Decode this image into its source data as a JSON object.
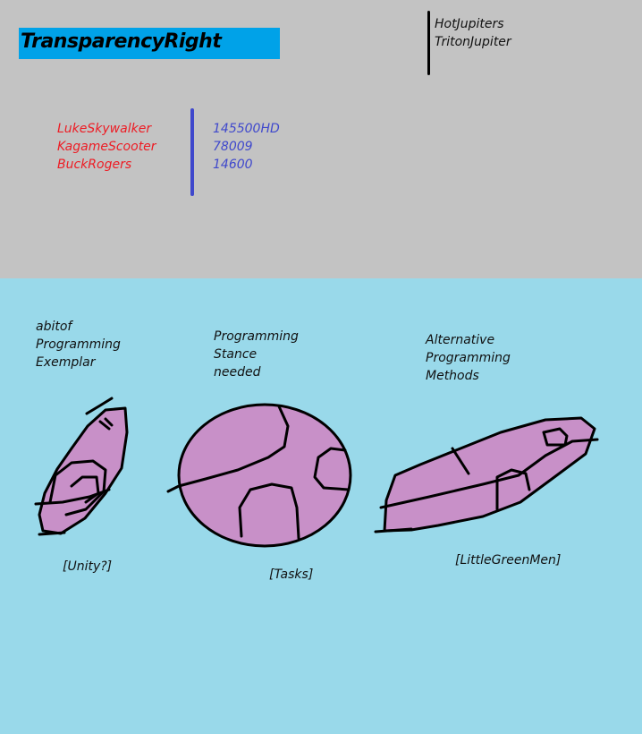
{
  "title": "TransparencyRight",
  "top_right_list": [
    "HotJupiters",
    "TritonJupiter"
  ],
  "pairs": {
    "names": [
      "LukeSkywalker",
      "KagameScooter",
      "BuckRogers"
    ],
    "values": [
      "145500HD",
      "78009",
      "14600"
    ]
  },
  "sections": [
    {
      "heading": [
        "abitof",
        "Programming",
        "Exemplar"
      ],
      "caption": "[Unity?]",
      "shape_icon": "elongated-blob-drawing"
    },
    {
      "heading": [
        "Programming",
        "Stance",
        "needed"
      ],
      "caption": "[Tasks]",
      "shape_icon": "sphere-drawing"
    },
    {
      "heading": [
        "Alternative",
        "Programming",
        "Methods"
      ],
      "caption": "[LittleGreenMen]",
      "shape_icon": "spaceship-drawing"
    }
  ],
  "colors": {
    "top_background": "#c3c3c3",
    "bottom_background": "#99d9ea",
    "title_background": "#00a2e8",
    "name_color": "#ed1c24",
    "value_color": "#3f48cc",
    "shape_fill": "#c890c8"
  }
}
